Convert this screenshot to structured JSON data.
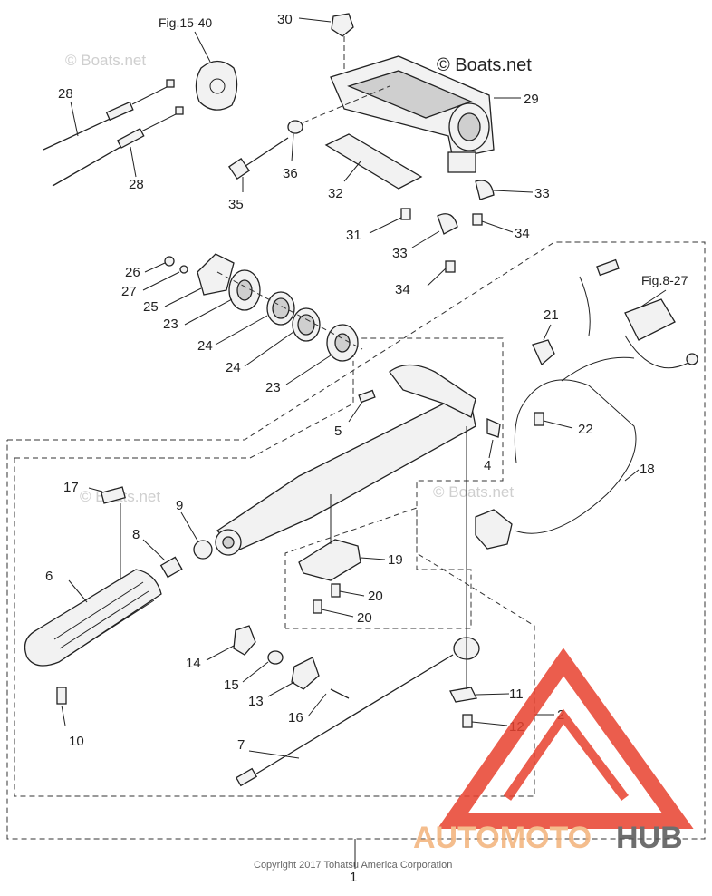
{
  "refs": {
    "fig1540": "Fig.15-40",
    "fig827": "Fig.8-27"
  },
  "watermarks": {
    "top_left": "© Boats.net",
    "top_right": "© Boats.net",
    "mid_left": "© Boats.net",
    "mid_right": "© Boats.net"
  },
  "copyright": "Copyright 2017 Tohatsu America Corporation",
  "logo": {
    "text_left": "AUTOMOTO",
    "text_right": "HUB",
    "color_primary": "#e8412e",
    "color_secondary": "#f3b27a",
    "color_dark": "#555555"
  },
  "callouts": {
    "c1": "1",
    "c2": "2",
    "c4": "4",
    "c5": "5",
    "c6": "6",
    "c7": "7",
    "c8": "8",
    "c9": "9",
    "c10": "10",
    "c11": "11",
    "c12": "12",
    "c13": "13",
    "c14": "14",
    "c15": "15",
    "c16": "16",
    "c17": "17",
    "c18": "18",
    "c19": "19",
    "c20a": "20",
    "c20b": "20",
    "c21": "21",
    "c22": "22",
    "c23a": "23",
    "c23b": "23",
    "c24a": "24",
    "c24b": "24",
    "c25": "25",
    "c26": "26",
    "c27": "27",
    "c28a": "28",
    "c28b": "28",
    "c29": "29",
    "c30": "30",
    "c31": "31",
    "c32": "32",
    "c33a": "33",
    "c33b": "33",
    "c34a": "34",
    "c34b": "34",
    "c35": "35",
    "c36": "36"
  }
}
